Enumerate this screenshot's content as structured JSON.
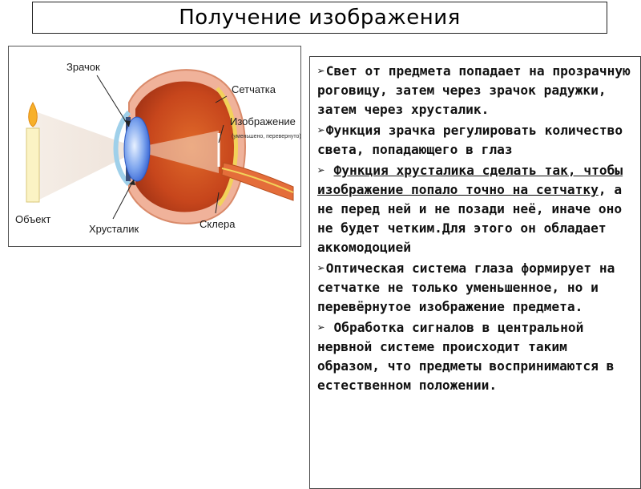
{
  "title": "Получение изображения",
  "diagram": {
    "labels": {
      "pupil": "Зрачок",
      "retina": "Сетчатка",
      "image": "Изображение",
      "image_note": "(уменьшено, перевернуто)",
      "object": "Объект",
      "lens": "Хрусталик",
      "sclera": "Склера"
    }
  },
  "bullets": {
    "mark": "➢",
    "b1": "Свет от предмета попадает  на прозрачную роговицу, затем через зрачок радужки, затем через хрусталик.",
    "b2": "Функция зрачка  регулировать количество света, попадающего в глаз",
    "b3_underlined": "Функция хрусталика сделать так, чтобы изображение попало точно на сетчатку",
    "b3_rest": ", а не перед ней и не позади неё, иначе оно не будет четким.Для этого он обладает аккомодоцией",
    "b4": "Оптическая система глаза формирует на сетчатке не только уменьшенное, но и перевёрнутое изображение предмета.",
    "b5": " Обработка сигналов в центральной нервной системе происходит таким образом, что предметы воспринимаются в естественном положении."
  }
}
